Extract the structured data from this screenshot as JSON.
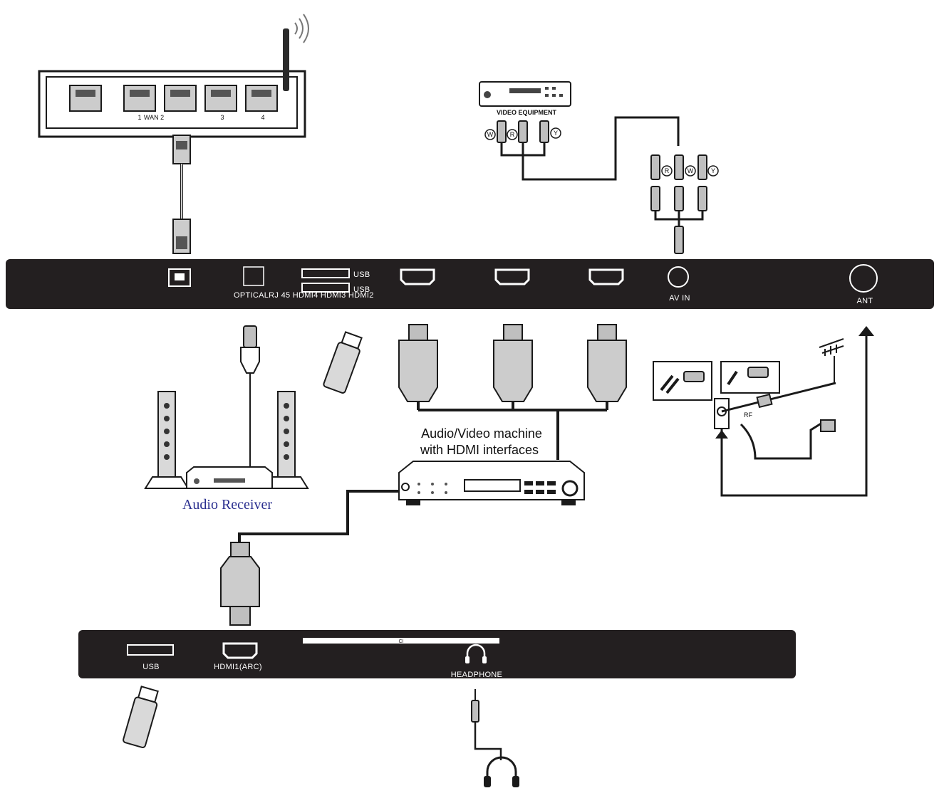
{
  "router": {
    "port_labels": [
      "1",
      "WAN 2",
      "3",
      "4"
    ]
  },
  "video_equipment": {
    "label": "VIDEO EQUIPMENT",
    "plugs": [
      "W",
      "R",
      "Y"
    ]
  },
  "av_adapter": {
    "plugs": [
      "R",
      "W",
      "Y"
    ]
  },
  "top_panel": {
    "usb_top": "USB",
    "usb_bottom": "USB",
    "port_row_text": "OPTICALRJ 45 HDMI4 HDMI3 HDMI2",
    "av_in": "AV IN",
    "ant": "ANT"
  },
  "av_machine": {
    "line1": "Audio/Video machine",
    "line2": "with HDMI interfaces"
  },
  "audio_receiver": {
    "label": "Audio Receiver"
  },
  "antenna": {
    "rf": "RF"
  },
  "bottom_panel": {
    "usb": "USB",
    "hdmi1": "HDMI1(ARC)",
    "ci": "CI",
    "headphone": "HEADPHONE"
  },
  "colors": {
    "panel": "#231f20",
    "line": "#1a1a1a",
    "plug_fill": "#bfbfbf",
    "receiver_text": "#2a2f8f"
  }
}
